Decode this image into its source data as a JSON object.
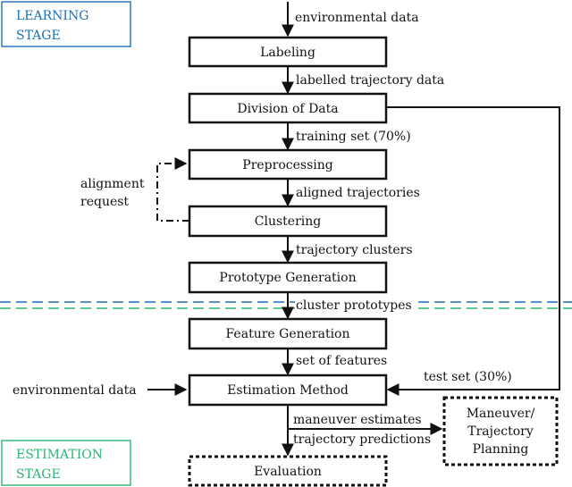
{
  "stages": {
    "learning": {
      "line1": "LEARNING",
      "line2": "STAGE",
      "color": "#1f6fb5"
    },
    "estimation": {
      "line1": "ESTIMATION",
      "line2": "STAGE",
      "color": "#2bb673"
    }
  },
  "boxes": {
    "labeling": "Labeling",
    "division": "Division of Data",
    "preprocessing": "Preprocessing",
    "clustering": "Clustering",
    "prototype": "Prototype Generation",
    "feature": "Feature Generation",
    "estimation": "Estimation Method",
    "evaluation": "Evaluation",
    "planning": {
      "line1": "Maneuver/",
      "line2": "Trajectory",
      "line3": "Planning"
    }
  },
  "edges": {
    "env_top": "environmental data",
    "labelled": "labelled trajectory data",
    "training": "training set (70%)",
    "aligned": "aligned trajectories",
    "clusters": "trajectory clusters",
    "prototypes": "cluster prototypes",
    "features": "set of features",
    "test": "test set (30%)",
    "env_left": "environmental data",
    "maneuver": "maneuver estimates",
    "trajectory": "trajectory predictions",
    "alignment": {
      "line1": "alignment",
      "line2": "request"
    }
  },
  "colors": {
    "separator_blue": "#1f6fb5",
    "separator_green": "#2bb673"
  }
}
